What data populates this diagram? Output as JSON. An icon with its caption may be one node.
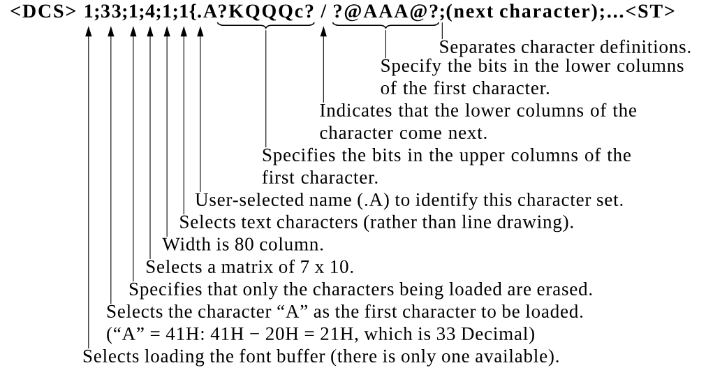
{
  "diagram": {
    "nodes": [
      {
        "text": [
          "<DCS>"
        ]
      },
      {
        "text": [
          "1"
        ]
      },
      {
        "text": [
          ";"
        ]
      },
      {
        "text": [
          "33"
        ]
      },
      {
        "text": [
          ";"
        ]
      },
      {
        "text": [
          "1"
        ]
      },
      {
        "text": [
          ";"
        ]
      },
      {
        "text": [
          "4"
        ]
      },
      {
        "text": [
          ";"
        ]
      },
      {
        "text": [
          "1"
        ]
      },
      {
        "text": [
          ";"
        ]
      },
      {
        "text": [
          "1"
        ]
      },
      {
        "text": [
          "{"
        ]
      },
      {
        "text": [
          ".A"
        ]
      },
      {
        "text": [
          "?KQQQc?"
        ]
      },
      {
        "text": [
          "/"
        ]
      },
      {
        "text": [
          "?@AAA@?"
        ]
      },
      {
        "text": [
          ";"
        ]
      },
      {
        "text": [
          "(next character);...<ST>"
        ]
      },
      {
        "text": [
          "Separates character definitions."
        ]
      },
      {
        "text": [
          "Specify the bits in the lower columns of the first character."
        ]
      },
      {
        "text": [
          "Indicates that the lower columns of the character come next."
        ]
      },
      {
        "text": [
          "Specifies the bits in the upper columns of the first character."
        ]
      },
      {
        "text": [
          "User-selected name (.A) to identify this character set."
        ]
      },
      {
        "text": [
          "Selects text characters (rather than line drawing)."
        ]
      },
      {
        "text": [
          "Width is 80 column."
        ]
      },
      {
        "text": [
          "Selects a matrix of 7 x 10."
        ]
      },
      {
        "text": [
          "Specifies that only the characters being loaded are erased."
        ]
      },
      {
        "text": [
          "Selects the character “A” as the first character to be loaded.",
          "(“A” = 41H: 41H − 20H = 21H, which is 33 Decimal)"
        ]
      },
      {
        "text": [
          "Selects loading the font buffer (there is only one available)."
        ]
      }
    ],
    "edges": [
      {
        "from": 19,
        "to": 17,
        "arrow": "none"
      },
      {
        "from": 20,
        "to": 16,
        "arrow": "none"
      },
      {
        "from": 21,
        "to": 15,
        "arrow": "to"
      },
      {
        "from": 22,
        "to": 14,
        "arrow": "none"
      },
      {
        "from": 23,
        "to": 13,
        "arrow": "to"
      },
      {
        "from": 24,
        "to": 11,
        "arrow": "to"
      },
      {
        "from": 25,
        "to": 9,
        "arrow": "to"
      },
      {
        "from": 26,
        "to": 7,
        "arrow": "to"
      },
      {
        "from": 27,
        "to": 5,
        "arrow": "to"
      },
      {
        "from": 28,
        "to": 3,
        "arrow": "to"
      },
      {
        "from": 29,
        "to": 1,
        "arrow": "to"
      }
    ]
  }
}
